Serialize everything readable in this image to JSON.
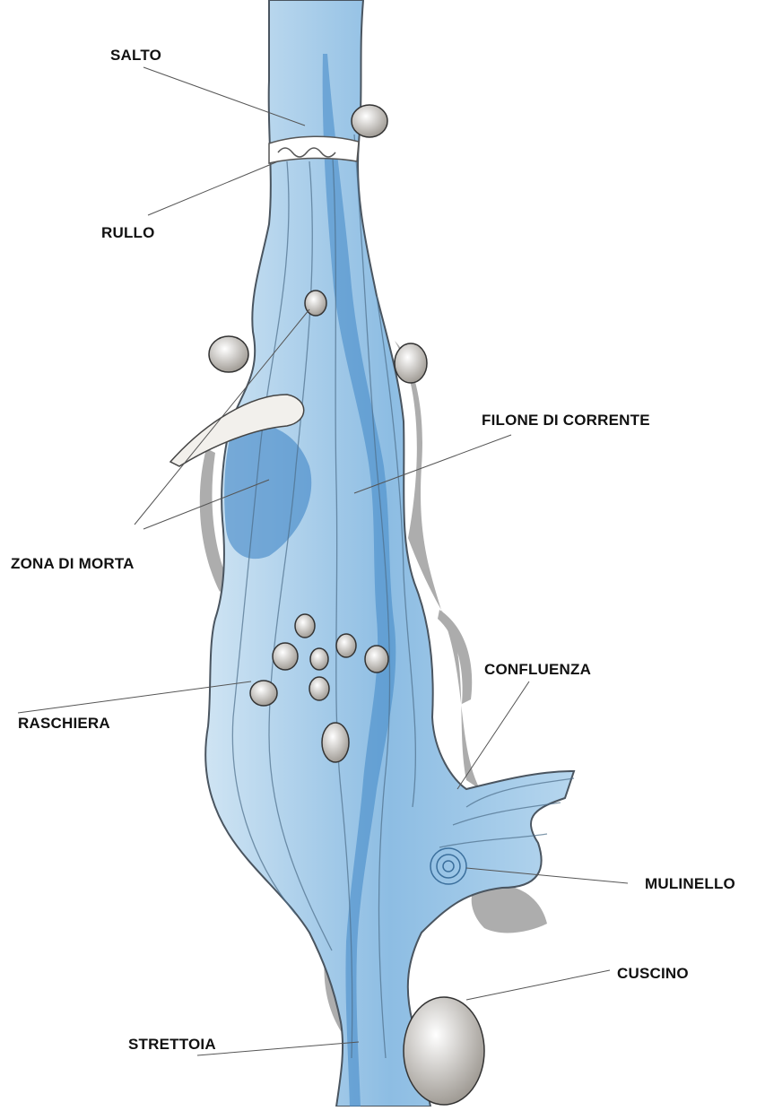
{
  "diagram": {
    "labels": {
      "salto": "SALTO",
      "rullo": "RULLO",
      "filone": "FILONE DI CORRENTE",
      "zona_morta": "ZONA DI MORTA",
      "confluenza": "CONFLUENZA",
      "raschiera": "RASCHIERA",
      "mulinello": "MULINELLO",
      "cuscino": "CUSCINO",
      "strettoia": "STRETTOIA"
    }
  },
  "colors": {
    "water_light": "#bcd9ee",
    "water_mid": "#7fb3dc",
    "water_dark": "#3f86c6",
    "bank_shadow": "#5a5a5a",
    "rock": "#e9e6e1",
    "leader_line": "#555555",
    "label_text": "#111111"
  }
}
